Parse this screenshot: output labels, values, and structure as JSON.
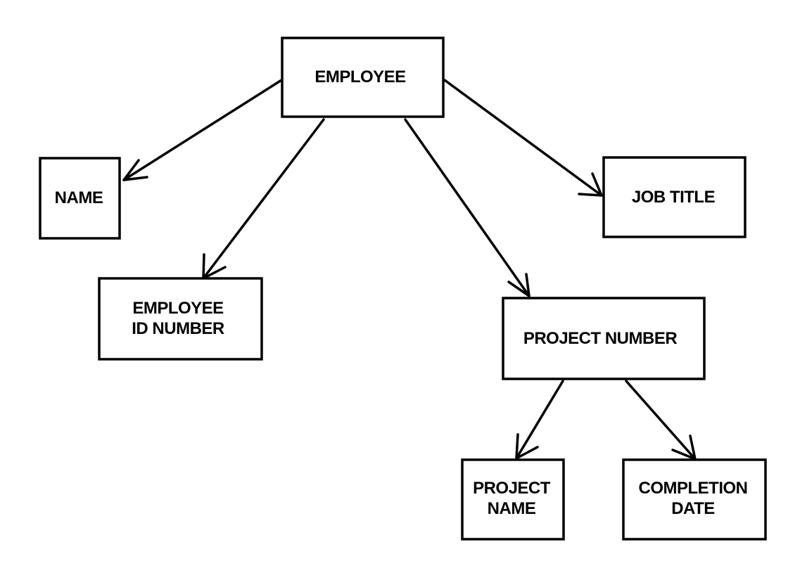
{
  "diagram": {
    "type": "hierarchy",
    "nodes": {
      "employee": {
        "lines": [
          "EMPLOYEE"
        ]
      },
      "name": {
        "lines": [
          "NAME"
        ]
      },
      "job_title": {
        "lines": [
          "JOB TITLE"
        ]
      },
      "employee_id": {
        "lines": [
          "EMPLOYEE",
          "ID NUMBER"
        ]
      },
      "project_number": {
        "lines": [
          "PROJECT NUMBER"
        ]
      },
      "project_name": {
        "lines": [
          "PROJECT",
          "NAME"
        ]
      },
      "completion_date": {
        "lines": [
          "COMPLETION",
          "DATE"
        ]
      }
    },
    "edges": [
      {
        "from": "employee",
        "to": "name"
      },
      {
        "from": "employee",
        "to": "employee_id"
      },
      {
        "from": "employee",
        "to": "project_number"
      },
      {
        "from": "employee",
        "to": "job_title"
      },
      {
        "from": "project_number",
        "to": "project_name"
      },
      {
        "from": "project_number",
        "to": "completion_date"
      }
    ],
    "colors": {
      "stroke": "#000000",
      "fill": "#ffffff",
      "text": "#000000"
    }
  }
}
